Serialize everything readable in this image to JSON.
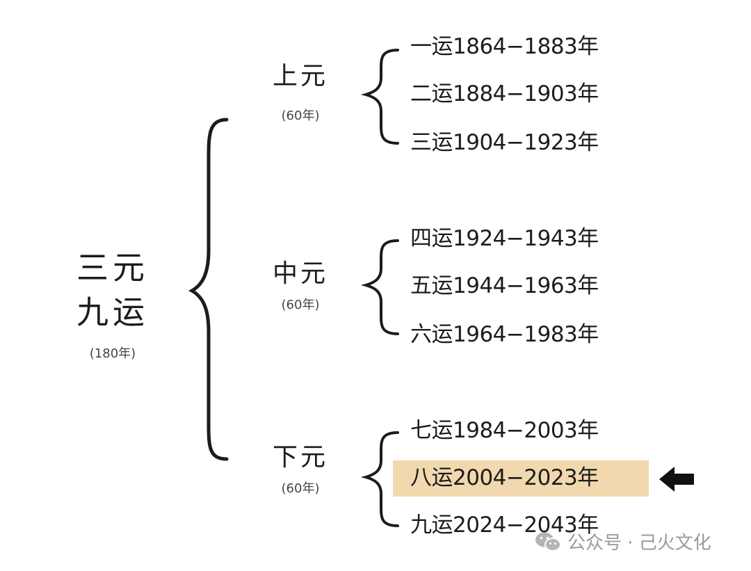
{
  "root": {
    "title_line1": "三元",
    "title_line2": "九运",
    "subtitle": "(180年)"
  },
  "groups": [
    {
      "title": "上元",
      "subtitle": "(60年)",
      "rows": [
        {
          "yun": "一运",
          "range": "1864−1883年"
        },
        {
          "yun": "二运",
          "range": "1884−1903年"
        },
        {
          "yun": "三运",
          "range": "1904−1923年"
        }
      ]
    },
    {
      "title": "中元",
      "subtitle": "(60年)",
      "rows": [
        {
          "yun": "四运",
          "range": "1924−1943年"
        },
        {
          "yun": "五运",
          "range": "1944−1963年"
        },
        {
          "yun": "六运",
          "range": "1964−1983年"
        }
      ]
    },
    {
      "title": "下元",
      "subtitle": "(60年)",
      "rows": [
        {
          "yun": "七运",
          "range": "1984−2003年"
        },
        {
          "yun": "八运",
          "range": "2004−2023年"
        },
        {
          "yun": "九运",
          "range": "2024−2043年"
        }
      ]
    }
  ],
  "highlight_color": "#f1d8ae",
  "arrow_icon": "left-arrow-icon",
  "watermark": {
    "text": "公众号 · 己火文化",
    "icon": "wechat-logo-icon"
  }
}
